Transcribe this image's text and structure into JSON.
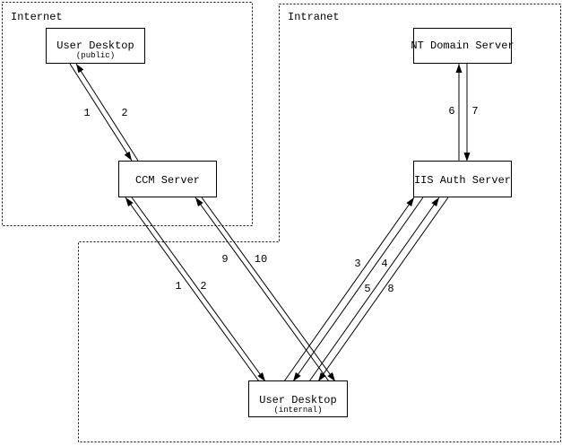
{
  "colors": {
    "background": "#ffffff",
    "ink": "#000000"
  },
  "zones": {
    "internet": {
      "label": "Internet"
    },
    "intranet": {
      "label": "Intranet"
    }
  },
  "nodes": {
    "user_desktop_public": {
      "title": "User Desktop",
      "subtitle": "(public)"
    },
    "ccm_server": {
      "title": "CCM Server"
    },
    "nt_domain_server": {
      "title": "NT Domain Server"
    },
    "iis_auth_server": {
      "title": "IIS Auth Server"
    },
    "user_desktop_internal": {
      "title": "User Desktop",
      "subtitle": "(internal)"
    }
  },
  "edges": {
    "public_ccm": {
      "request": "1",
      "response": "2"
    },
    "internal_ccm_a": {
      "request": "1",
      "response": "2"
    },
    "internal_ccm_b": {
      "request": "9",
      "response": "10"
    },
    "internal_iis_a": {
      "request": "3",
      "response": "4"
    },
    "internal_iis_b": {
      "request": "5",
      "response": "8"
    },
    "iis_nt": {
      "request": "6",
      "response": "7"
    }
  }
}
